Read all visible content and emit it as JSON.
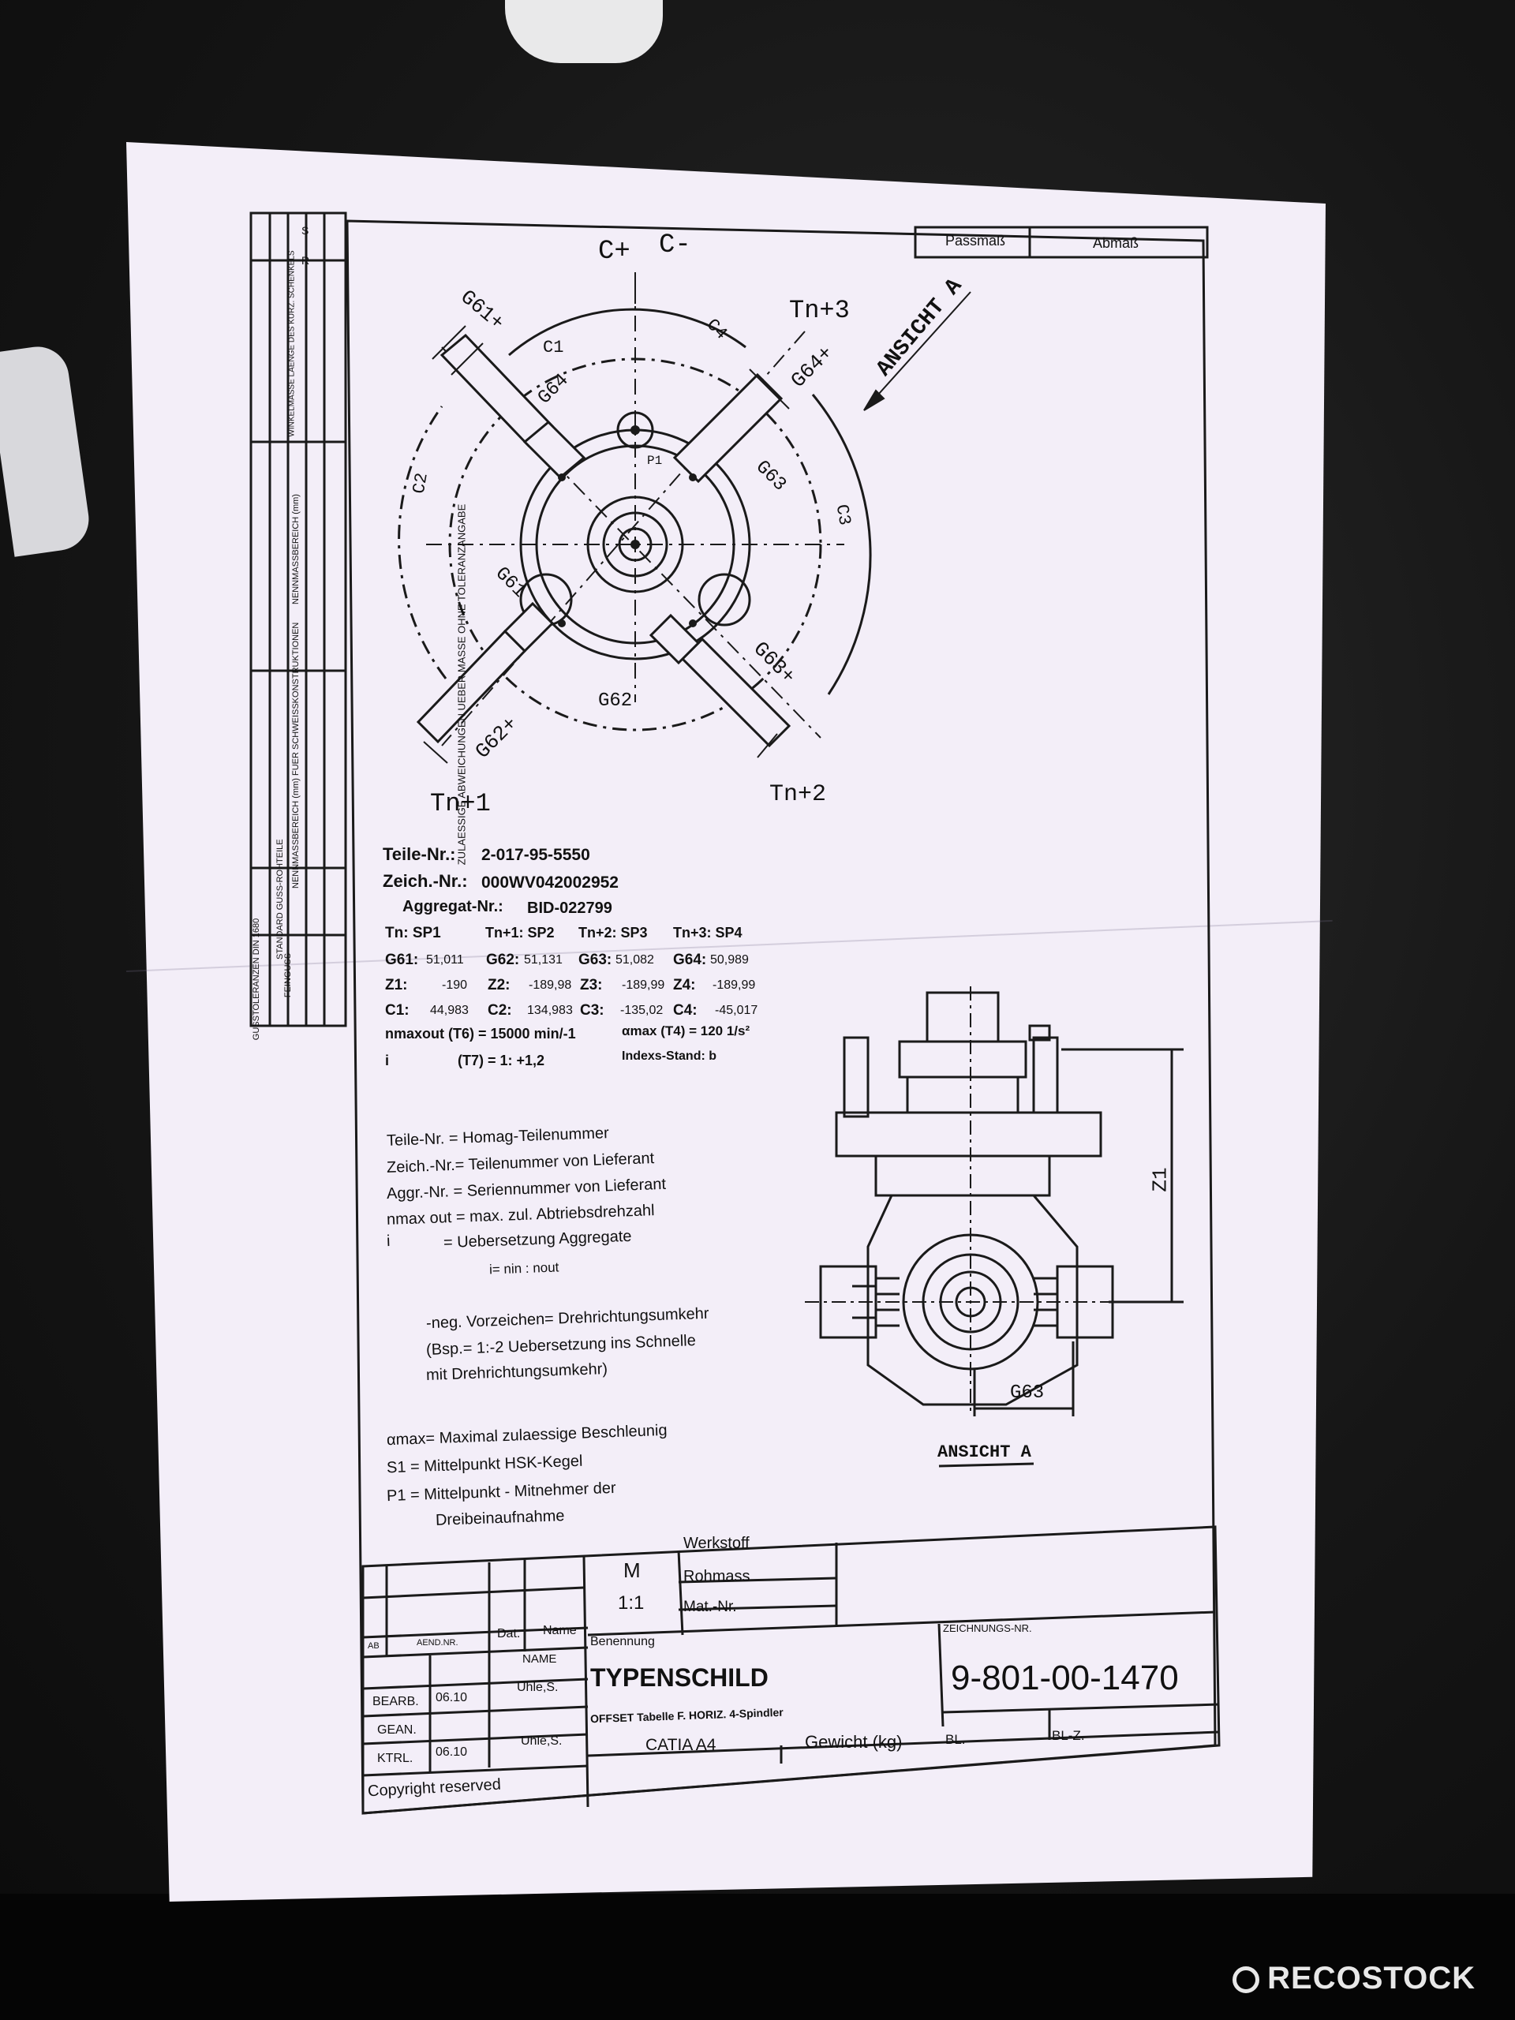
{
  "tolerance_table": {
    "title": "ZULAESSIGE ABWEICHUNGEN UEBER MASSE OHNE TOLERANZANGABE",
    "dept1": "GUSSTOLERANZEN DIN 1680",
    "dept2": "STANDARD GUSS-ROHTEILE",
    "dept3": "FEINGUSS",
    "col_a": "NENNMASSBEREICH (mm) FUER SCHWEISSKONSTRUKTIONEN",
    "col_b": "NENNMASSBEREICH (mm)",
    "col_c": "WINKELMASSE LAENGE DES KURZ. SCHENKELS",
    "col_d": "R",
    "col_e": "S"
  },
  "header_fields": {
    "passmass": "Passmaß",
    "abmass": "Abmaß"
  },
  "drawing": {
    "c_plus": "C+",
    "c_minus": "C-",
    "tn3": "Tn+3",
    "tn1": "Tn+1",
    "tn2": "Tn+2",
    "ansicht_a_arrow": "ANSICHT A",
    "ansicht_a_label": "ANSICHT A",
    "g61p": "G61+",
    "g64p": "G64+",
    "g63p": "G63+",
    "g62p": "G62+",
    "g64": "G64",
    "g63": "G63",
    "g61": "G61",
    "g62": "G62",
    "c1": "C1",
    "c2": "C2",
    "c3": "C3",
    "c4": "C4",
    "p1": "P1",
    "z1": "Z1",
    "g63_dim": "G63"
  },
  "parameters": {
    "teile_label": "Teile-Nr.:",
    "teile_value": "2-017-95-5550",
    "zeich_label": "Zeich.-Nr.:",
    "zeich_value": "000WV042002952",
    "aggregat_label": "Aggregat-Nr.:",
    "aggregat_value": "BID-022799",
    "tn_label": "Tn: SP1",
    "tn1_label": "Tn+1: SP2",
    "tn2_label": "Tn+2: SP3",
    "tn3_label": "Tn+3: SP4",
    "g61_label": "G61:",
    "g61_value": "51,011",
    "g62_label": "G62:",
    "g62_value": "51,131",
    "g63_label": "G63:",
    "g63_value": "51,082",
    "g64_label": "G64:",
    "g64_value": "50,989",
    "z1_label": "Z1:",
    "z1_value": "-190",
    "z2_label": "Z2:",
    "z2_value": "-189,98",
    "z3_label": "Z3:",
    "z3_value": "-189,99",
    "z4_label": "Z4:",
    "z4_value": "-189,99",
    "c1_label": "C1:",
    "c1_value": "44,983",
    "c2_label": "C2:",
    "c2_value": "134,983",
    "c3_label": "C3:",
    "c3_value": "-135,02",
    "c4_label": "C4:",
    "c4_value": "-45,017",
    "nmax_line": "nmaxout (T6) = 15000  min/-1",
    "amax_line": "αmax  (T4) =  120  1/s²",
    "i_label": "i",
    "i_line": "(T7) =  1: +1,2",
    "index_line": "Indexs-Stand: b"
  },
  "legend": {
    "l1": "Teile-Nr.  = Homag-Teilenummer",
    "l2": "Zeich.-Nr.= Teilenummer von Lieferant",
    "l3": "Aggr.-Nr. = Seriennummer von Lieferant",
    "l4": "nmax out  = max. zul. Abtriebsdrehzahl",
    "l5a": "i",
    "l5b": "= Uebersetzung Aggregate",
    "l6": "i= nin : nout",
    "l7": "-neg. Vorzeichen= Drehrichtungsumkehr",
    "l8": "(Bsp.= 1:-2 Uebersetzung ins Schnelle",
    "l9": "mit Drehrichtungsumkehr)",
    "l10": "αmax= Maximal zulaessige Beschleunig",
    "l11": "S1    = Mittelpunkt HSK-Kegel",
    "l12": "P1    = Mittelpunkt - Mitnehmer der",
    "l13": "Dreibeinaufnahme"
  },
  "title_block": {
    "scale_m": "M",
    "scale_ratio": "1:1",
    "werkstoff": "Werkstoff",
    "rohmass": "Rohmass",
    "mat_nr": "Mat.-Nr.",
    "ab": "AB",
    "aend_nr": "AEND.NR.",
    "dat": "Dat.",
    "name": "Name",
    "name2": "NAME",
    "bearb": "BEARB.",
    "bearb_date": "06.10",
    "bearb_name": "Uhle,S.",
    "gean": "GEAN.",
    "ktrl": "KTRL.",
    "ktrl_date": "06.10",
    "ktrl_name": "Uhle,S.",
    "benennung": "Benennung",
    "title": "TYPENSCHILD",
    "subtitle": "OFFSET Tabelle F. HORIZ. 4-Spindler",
    "zeichnungs_label": "ZEICHNUNGS-NR.",
    "zeichnungs_nr": "9-801-00-1470",
    "catia": "CATIA A4",
    "gewicht": "Gewicht (kg)",
    "bl": "BL.",
    "blz": "BL-Z.",
    "copyright": "Copyright reserved"
  },
  "watermark": {
    "text": "RECOSTOCK"
  }
}
